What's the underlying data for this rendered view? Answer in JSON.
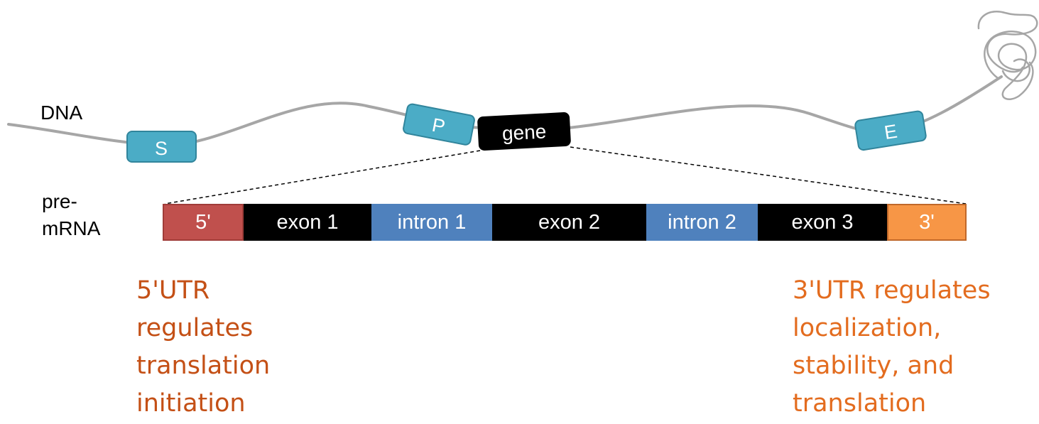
{
  "labels": {
    "dna": "DNA",
    "premrna_line1": "pre-",
    "premrna_line2": "mRNA"
  },
  "dna_elements": {
    "s": "S",
    "p": "P",
    "gene": "gene",
    "e": "E"
  },
  "premrna_segments": [
    {
      "label": "5'",
      "kind": "utr5"
    },
    {
      "label": "exon 1",
      "kind": "exon"
    },
    {
      "label": "intron 1",
      "kind": "intron"
    },
    {
      "label": "exon 2",
      "kind": "exon"
    },
    {
      "label": "intron 2",
      "kind": "intron"
    },
    {
      "label": "exon 3",
      "kind": "exon"
    },
    {
      "label": "3'",
      "kind": "utr3"
    }
  ],
  "notes": {
    "utr5": [
      "5'UTR",
      "regulates",
      "translation",
      "initiation"
    ],
    "utr3": [
      "3'UTR regulates",
      "localization,",
      "stability, and",
      "translation"
    ]
  },
  "colors": {
    "dna_strand": "#a6a6a6",
    "regulatory_box": "#4bacc6",
    "regulatory_border": "#31859c",
    "utr5": "#c0504d",
    "exon": "#000000",
    "intron": "#4f81bd",
    "utr3": "#f79646",
    "note_5utr": "#c45016",
    "note_3utr": "#e36c1f"
  }
}
